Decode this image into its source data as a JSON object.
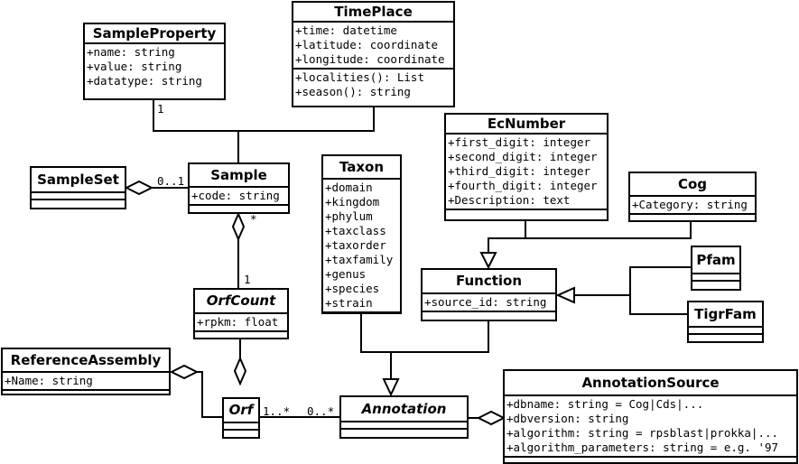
{
  "classes": {
    "sample_property": {
      "name": "SampleProperty",
      "attributes": [
        "+name: string",
        "+value: string",
        "+datatype: string"
      ]
    },
    "time_place": {
      "name": "TimePlace",
      "attributes": [
        "+time: datetime",
        "+latitude: coordinate",
        "+longitude: coordinate"
      ],
      "methods": [
        "+localities(): List",
        "+season(): string"
      ]
    },
    "ec_number": {
      "name": "EcNumber",
      "attributes": [
        "+first_digit: integer",
        "+second_digit: integer",
        "+third_digit: integer",
        "+fourth_digit: integer",
        "+Description: text"
      ]
    },
    "sample_set": {
      "name": "SampleSet"
    },
    "sample": {
      "name": "Sample",
      "attributes": [
        "+code: string"
      ]
    },
    "taxon": {
      "name": "Taxon",
      "attributes": [
        "+domain",
        "+kingdom",
        "+phylum",
        "+taxclass",
        "+taxorder",
        "+taxfamily",
        "+genus",
        "+species",
        "+strain"
      ]
    },
    "cog": {
      "name": "Cog",
      "attributes": [
        "+Category: string"
      ]
    },
    "pfam": {
      "name": "Pfam"
    },
    "tigrfam": {
      "name": "TigrFam"
    },
    "function": {
      "name": "Function",
      "attributes": [
        "+source_id: string"
      ]
    },
    "orf_count": {
      "name": "OrfCount",
      "attributes": [
        "+rpkm: float"
      ]
    },
    "reference_assembly": {
      "name": "ReferenceAssembly",
      "attributes": [
        "+Name: string"
      ]
    },
    "orf": {
      "name": "Orf"
    },
    "annotation": {
      "name": "Annotation"
    },
    "annotation_source": {
      "name": "AnnotationSource",
      "attributes": [
        "+dbname: string = Cog|Cds|...",
        "+dbversion: string",
        "+algorithm: string = rpsblast|prokka|...",
        "+algorithm_parameters: string = e.g. '97"
      ]
    }
  },
  "multiplicities": {
    "sampleproperty_sample": "1",
    "sampleset_sample": "0..1",
    "sample_orfcount_top": "*",
    "sample_orfcount_bottom": "1",
    "orf_annotation_left": "1..*",
    "orf_annotation_right": "0..*"
  }
}
